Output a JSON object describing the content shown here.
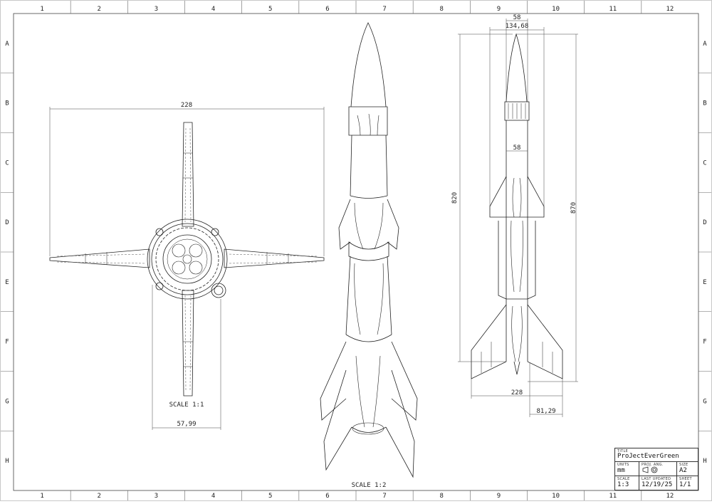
{
  "frame": {
    "columns": [
      "1",
      "2",
      "3",
      "4",
      "5",
      "6",
      "7",
      "8",
      "9",
      "10",
      "11",
      "12"
    ],
    "rows": [
      "A",
      "B",
      "C",
      "D",
      "E",
      "F",
      "G",
      "H"
    ]
  },
  "views": {
    "bottom": {
      "scale_label": "SCALE 1:1",
      "dim_span": "228",
      "dim_width": "57,99"
    },
    "side": {
      "scale_label": "SCALE 1:2"
    },
    "front": {
      "dim_top_a": "58",
      "dim_top_b": "134,68",
      "dim_body": "58",
      "dim_length_left": "820",
      "dim_length_right": "870",
      "dim_span": "228",
      "dim_fin": "81,29"
    }
  },
  "title_block": {
    "title_label": "TITLE",
    "title": "ProJectEverGreen",
    "units_label": "UNITS",
    "units": "mm",
    "proj_label": "PROJ. ANG.",
    "size_label": "SIZE",
    "size": "A2",
    "scale_label": "SCALE",
    "scale": "1:3",
    "updated_label": "LAST UPDATED",
    "updated": "12/19/25",
    "sheet_label": "SHEET",
    "sheet": "1/1"
  }
}
